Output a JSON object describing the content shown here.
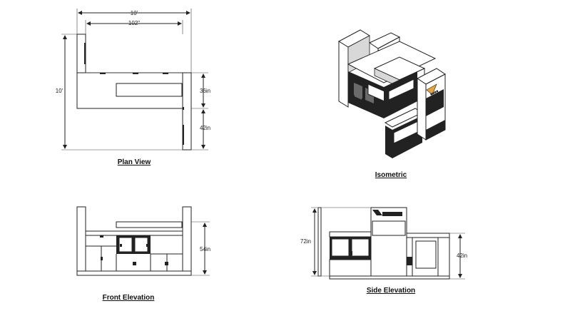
{
  "views": {
    "plan": {
      "caption": "Plan View",
      "dims": {
        "overall_width": "10'",
        "inner_width": "102\"",
        "overall_depth": "10'",
        "upper_depth": "36in",
        "lower_depth": "42in"
      }
    },
    "isometric": {
      "caption": "Isometric"
    },
    "front": {
      "caption": "Front Elevation",
      "dims": {
        "height": "54in"
      }
    },
    "side": {
      "caption": "Side Elevation",
      "dims": {
        "tower_height": "72in",
        "counter_height": "42in"
      }
    }
  }
}
